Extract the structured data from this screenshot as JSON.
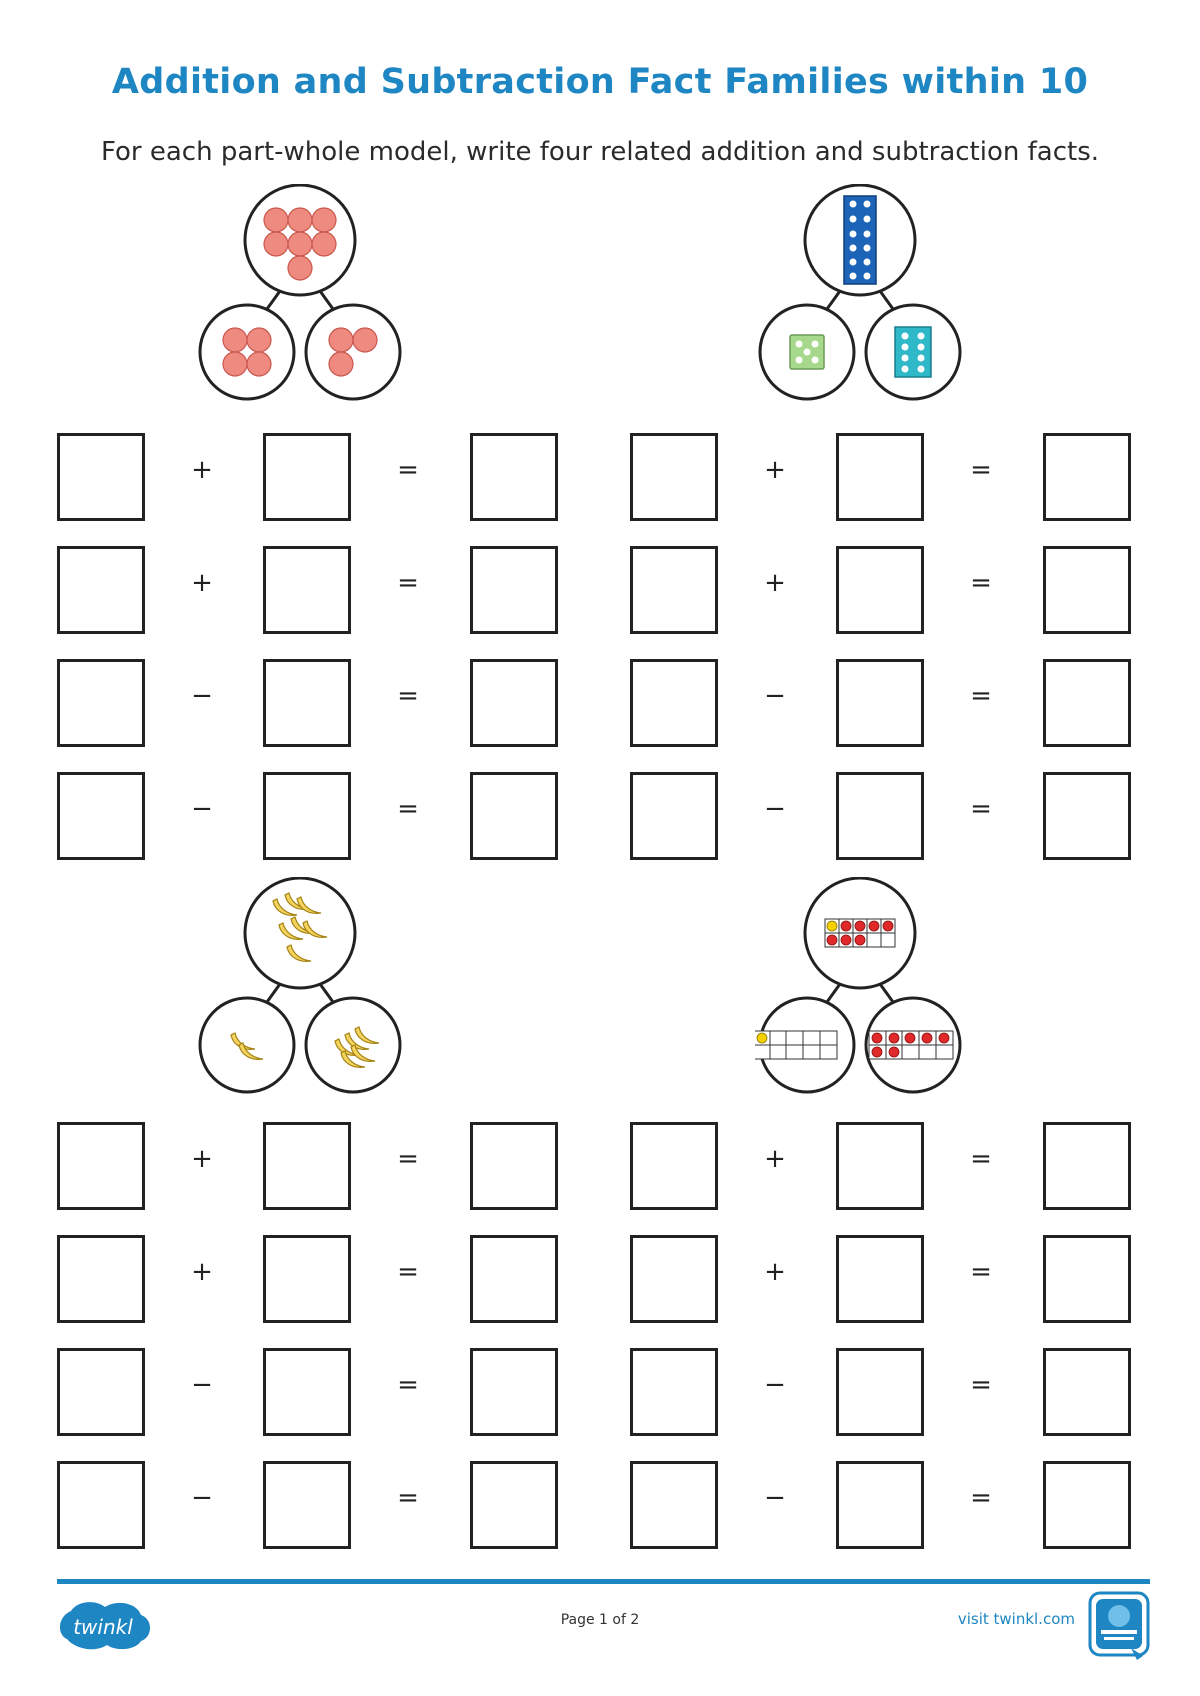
{
  "page": {
    "title": "Addition and Subtraction Fact Families within 10",
    "instructions": "For each part-whole model, write four related addition and subtraction facts."
  },
  "colors": {
    "title": "#1e86c2",
    "counter": "#ee8a7f",
    "tower_blue": "#1c64b8",
    "dice_green": "#a6d98c",
    "tower_cyan": "#2fb8c7",
    "banana": "#f4d35e",
    "frame_red": "#e0292b",
    "frame_yellow": "#f4d000"
  },
  "models": [
    {
      "whole": "counters-whole-icon",
      "part_a": "counters-part-icon",
      "part_b": "counters-part-icon"
    },
    {
      "whole": "cube-tower-icon",
      "part_a": "dice-icon",
      "part_b": "cube-tower-icon"
    },
    {
      "whole": "bananas-icon",
      "part_a": "bananas-icon",
      "part_b": "bananas-icon"
    },
    {
      "whole": "ten-frame-icon",
      "part_a": "ten-frame-icon",
      "part_b": "ten-frame-icon"
    }
  ],
  "operators": {
    "plus": "+",
    "minus": "−",
    "equals": "="
  },
  "footer": {
    "logo": "twinkl",
    "page_number": "Page 1 of 2",
    "visit": "visit twinkl.com"
  }
}
